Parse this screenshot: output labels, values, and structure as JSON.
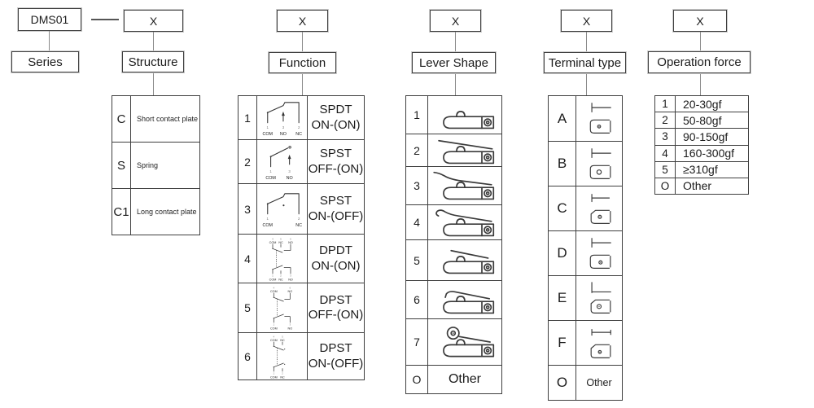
{
  "colors": {
    "border": "#3f3f3f",
    "outer_border": "#cccccc",
    "connector": "#8a8a8a",
    "text": "#1b1b1b",
    "background": "#ffffff"
  },
  "columns": {
    "series": {
      "box": "DMS01",
      "label": "Series"
    },
    "structure": {
      "x": "X",
      "label": "Structure",
      "rows": [
        {
          "code": "C",
          "desc": "Short contact plate"
        },
        {
          "code": "S",
          "desc": "Spring"
        },
        {
          "code": "C1",
          "desc": "Long contact plate"
        }
      ]
    },
    "function": {
      "x": "X",
      "label": "Function",
      "rows": [
        {
          "code": "1",
          "name": "SPDT",
          "state": "ON-(ON)",
          "icon": "spdt-circuit-icon",
          "bottom": [
            {
              "num": "1",
              "name": "COM"
            },
            {
              "num": "3",
              "name": "NO"
            },
            {
              "num": "2",
              "name": "NC"
            }
          ]
        },
        {
          "code": "2",
          "name": "SPST",
          "state": "OFF-(ON)",
          "icon": "spst-no-circuit-icon",
          "bottom": [
            {
              "num": "1",
              "name": "COM"
            },
            {
              "num": "3",
              "name": "NO"
            }
          ]
        },
        {
          "code": "3",
          "name": "SPST",
          "state": "ON-(OFF)",
          "icon": "spst-nc-circuit-icon",
          "bottom": [
            {
              "num": "1",
              "name": "COM"
            },
            {
              "num": "2",
              "name": "NC"
            }
          ]
        },
        {
          "code": "4",
          "name": "DPDT",
          "state": "ON-(ON)",
          "icon": "dpdt-circuit-icon",
          "top": [
            {
              "num": "4",
              "name": "COM"
            },
            {
              "num": "5",
              "name": "NC"
            },
            {
              "num": "6",
              "name": "NO"
            }
          ],
          "bottom": [
            {
              "num": "1",
              "name": "COM"
            },
            {
              "num": "2",
              "name": "NC"
            },
            {
              "num": "3",
              "name": "NO"
            }
          ]
        },
        {
          "code": "5",
          "name": "DPST",
          "state": "OFF-(ON)",
          "icon": "dpst-no-circuit-icon",
          "top": [
            {
              "num": "4",
              "name": "COM"
            },
            {
              "num": "6",
              "name": "NO"
            }
          ],
          "bottom": [
            {
              "num": "1",
              "name": "COM"
            },
            {
              "num": "3",
              "name": "NO"
            }
          ]
        },
        {
          "code": "6",
          "name": "DPST",
          "state": "ON-(OFF)",
          "icon": "dpst-nc-circuit-icon",
          "top": [
            {
              "num": "4",
              "name": "COM"
            },
            {
              "num": "5",
              "name": "NC"
            }
          ],
          "bottom": [
            {
              "num": "1",
              "name": "COM"
            },
            {
              "num": "2",
              "name": "NC"
            }
          ]
        }
      ]
    },
    "lever": {
      "x": "X",
      "label": "Lever Shape",
      "rows": [
        {
          "code": "1",
          "icon": "lever-plunger-icon"
        },
        {
          "code": "2",
          "icon": "lever-straight-long-icon"
        },
        {
          "code": "3",
          "icon": "lever-curved-up-icon"
        },
        {
          "code": "4",
          "icon": "lever-hook-icon"
        },
        {
          "code": "5",
          "icon": "lever-straight-short-icon"
        },
        {
          "code": "6",
          "icon": "lever-bent-down-icon"
        },
        {
          "code": "7",
          "icon": "lever-roller-icon"
        },
        {
          "code": "O",
          "desc": "Other"
        }
      ]
    },
    "terminal": {
      "x": "X",
      "label": "Terminal type",
      "rows": [
        {
          "code": "A",
          "icon": "terminal-a-icon"
        },
        {
          "code": "B",
          "icon": "terminal-b-icon"
        },
        {
          "code": "C",
          "icon": "terminal-c-icon"
        },
        {
          "code": "D",
          "icon": "terminal-d-icon"
        },
        {
          "code": "E",
          "icon": "terminal-e-icon"
        },
        {
          "code": "F",
          "icon": "terminal-f-icon"
        },
        {
          "code": "O",
          "desc": "Other"
        }
      ]
    },
    "force": {
      "x": "X",
      "label": "Operation force",
      "rows": [
        {
          "code": "1",
          "value": "20-30gf"
        },
        {
          "code": "2",
          "value": "50-80gf"
        },
        {
          "code": "3",
          "value": "90-150gf"
        },
        {
          "code": "4",
          "value": "160-300gf"
        },
        {
          "code": "5",
          "value": "≥310gf"
        },
        {
          "code": "O",
          "value": "Other"
        }
      ]
    }
  }
}
